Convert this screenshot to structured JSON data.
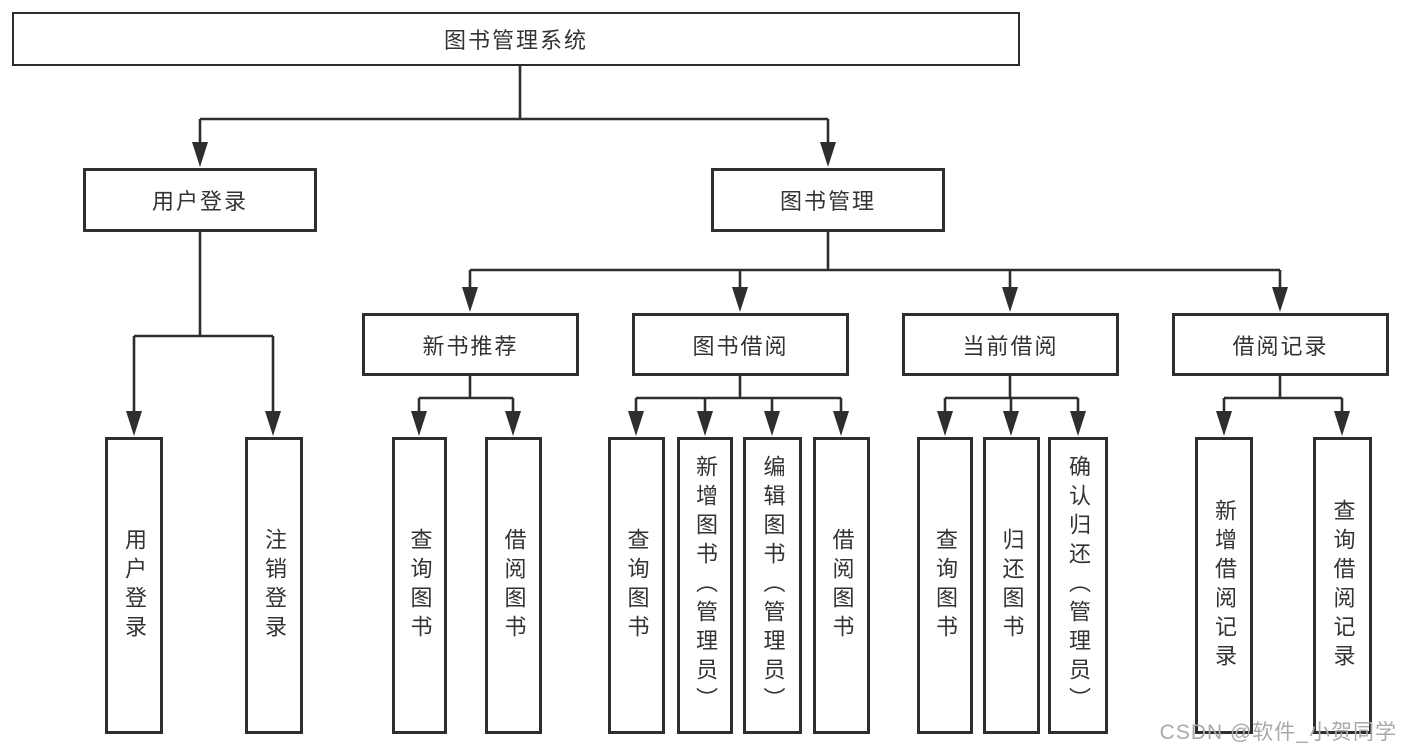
{
  "title": "图书管理系统",
  "watermark": "CSDN @软件_小贺同学",
  "colors": {
    "line": "#2e2e2e",
    "text": "#333333",
    "box_background": "#ffffff",
    "watermark": "#a9a9a9"
  },
  "nodes": {
    "root": {
      "label": "图书管理系统"
    },
    "user_login": {
      "label": "用户登录"
    },
    "book_mgmt": {
      "label": "图书管理"
    },
    "login": {
      "label": "用户登录"
    },
    "logout": {
      "label": "注销登录"
    },
    "new_book_rec": {
      "label": "新书推荐"
    },
    "book_borrow": {
      "label": "图书借阅"
    },
    "current_borrow": {
      "label": "当前借阅"
    },
    "borrow_records": {
      "label": "借阅记录"
    },
    "nb_query": {
      "label": "查询图书"
    },
    "nb_borrow": {
      "label": "借阅图书"
    },
    "bb_query": {
      "label": "查询图书"
    },
    "bb_add": {
      "label": "新增图书（管理员）"
    },
    "bb_edit": {
      "label": "编辑图书（管理员）"
    },
    "bb_lend": {
      "label": "借阅图书"
    },
    "cb_query": {
      "label": "查询图书"
    },
    "cb_return": {
      "label": "归还图书"
    },
    "cb_confirm": {
      "label": "确认归还（管理员）"
    },
    "br_add": {
      "label": "新增借阅记录"
    },
    "br_query": {
      "label": "查询借阅记录"
    }
  },
  "hierarchy": {
    "图书管理系统": [
      "用户登录",
      "图书管理"
    ],
    "用户登录": [
      "用户登录",
      "注销登录"
    ],
    "图书管理": [
      "新书推荐",
      "图书借阅",
      "当前借阅",
      "借阅记录"
    ],
    "新书推荐": [
      "查询图书",
      "借阅图书"
    ],
    "图书借阅": [
      "查询图书",
      "新增图书（管理员）",
      "编辑图书（管理员）",
      "借阅图书"
    ],
    "当前借阅": [
      "查询图书",
      "归还图书",
      "确认归还（管理员）"
    ],
    "借阅记录": [
      "新增借阅记录",
      "查询借阅记录"
    ]
  }
}
